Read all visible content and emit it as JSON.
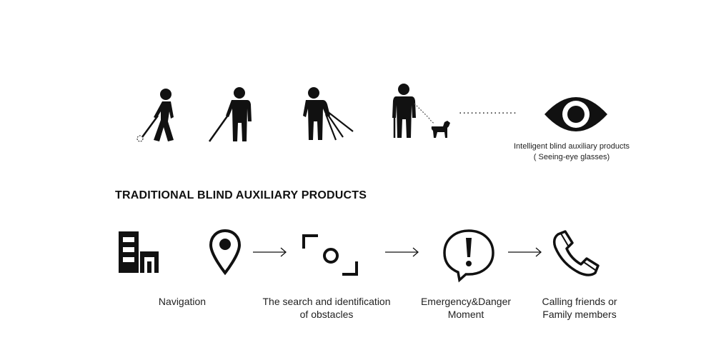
{
  "top_row": {
    "figures": [
      {
        "icon": "person-with-roller-cane-icon"
      },
      {
        "icon": "person-with-long-cane-icon"
      },
      {
        "icon": "person-with-multiple-canes-icon"
      },
      {
        "icon": "person-with-guide-dog-icon"
      }
    ],
    "dots": "...............",
    "eye_icon": "eye-icon",
    "eye_caption": {
      "line1": "Intelligent blind auxiliary products",
      "line2": "( Seeing-eye glasses)"
    }
  },
  "heading": "TRADITIONAL BLIND AUXILIARY PRODUCTS",
  "features": {
    "navigation": {
      "icons": [
        "building-icon",
        "location-pin-icon"
      ],
      "label": "Navigation"
    },
    "obstacles": {
      "icon": "scan-frame-icon",
      "label_line1": "The search and identification",
      "label_line2": "of obstacles"
    },
    "emergency": {
      "icon": "alert-speech-bubble-icon",
      "label_line1": "Emergency&Danger",
      "label_line2": "Moment"
    },
    "calling": {
      "icon": "phone-icon",
      "label_line1": "Calling friends or",
      "label_line2": "Family members"
    }
  },
  "colors": {
    "ink": "#111111",
    "background": "#ffffff"
  }
}
